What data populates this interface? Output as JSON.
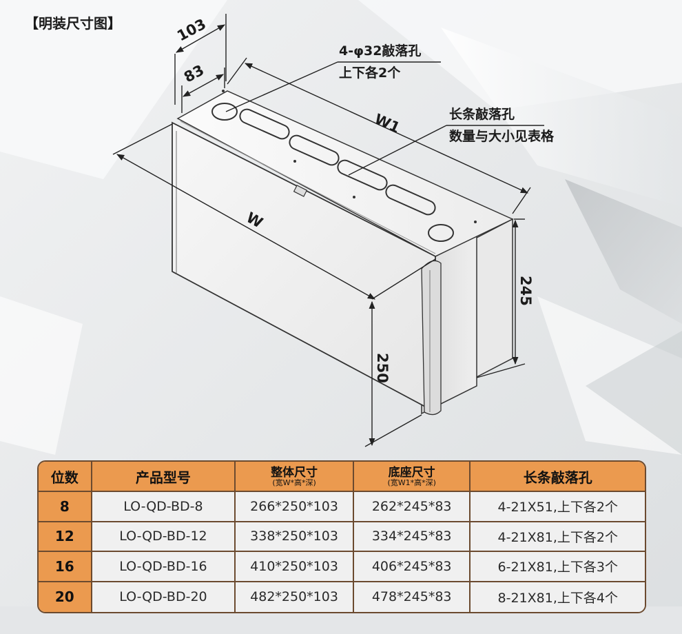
{
  "title": "【明装尺寸图】",
  "dimensions": {
    "depth_outer": "103",
    "depth_base": "83",
    "width_base": "W1",
    "width_outer": "W",
    "height_outer": "250",
    "height_base": "245"
  },
  "callouts": {
    "round_holes_line1": "4-φ32敲落孔",
    "round_holes_line2": "上下各2个",
    "slot_holes_line1": "长条敲落孔",
    "slot_holes_line2": "数量与大小见表格"
  },
  "table": {
    "headers": {
      "positions": "位数",
      "model": "产品型号",
      "overall_main": "整体尺寸",
      "overall_sub": "(宽W*高*深)",
      "base_main": "底座尺寸",
      "base_sub": "(宽W1*高*深)",
      "slots": "长条敲落孔"
    },
    "rows": [
      {
        "positions": "8",
        "model": "LO-QD-BD-8",
        "overall": "266*250*103",
        "base": "262*245*83",
        "slots": "4-21X51,上下各2个"
      },
      {
        "positions": "12",
        "model": "LO-QD-BD-12",
        "overall": "338*250*103",
        "base": "334*245*83",
        "slots": "4-21X81,上下各2个"
      },
      {
        "positions": "16",
        "model": "LO-QD-BD-16",
        "overall": "410*250*103",
        "base": "406*245*83",
        "slots": "6-21X81,上下各3个"
      },
      {
        "positions": "20",
        "model": "LO-QD-BD-20",
        "overall": "482*250*103",
        "base": "478*245*83",
        "slots": "8-21X81,上下各4个"
      }
    ]
  },
  "colors": {
    "header_orange": "#eb9a4f",
    "border_brown": "#6b4a2f",
    "line_dark": "#222222"
  }
}
